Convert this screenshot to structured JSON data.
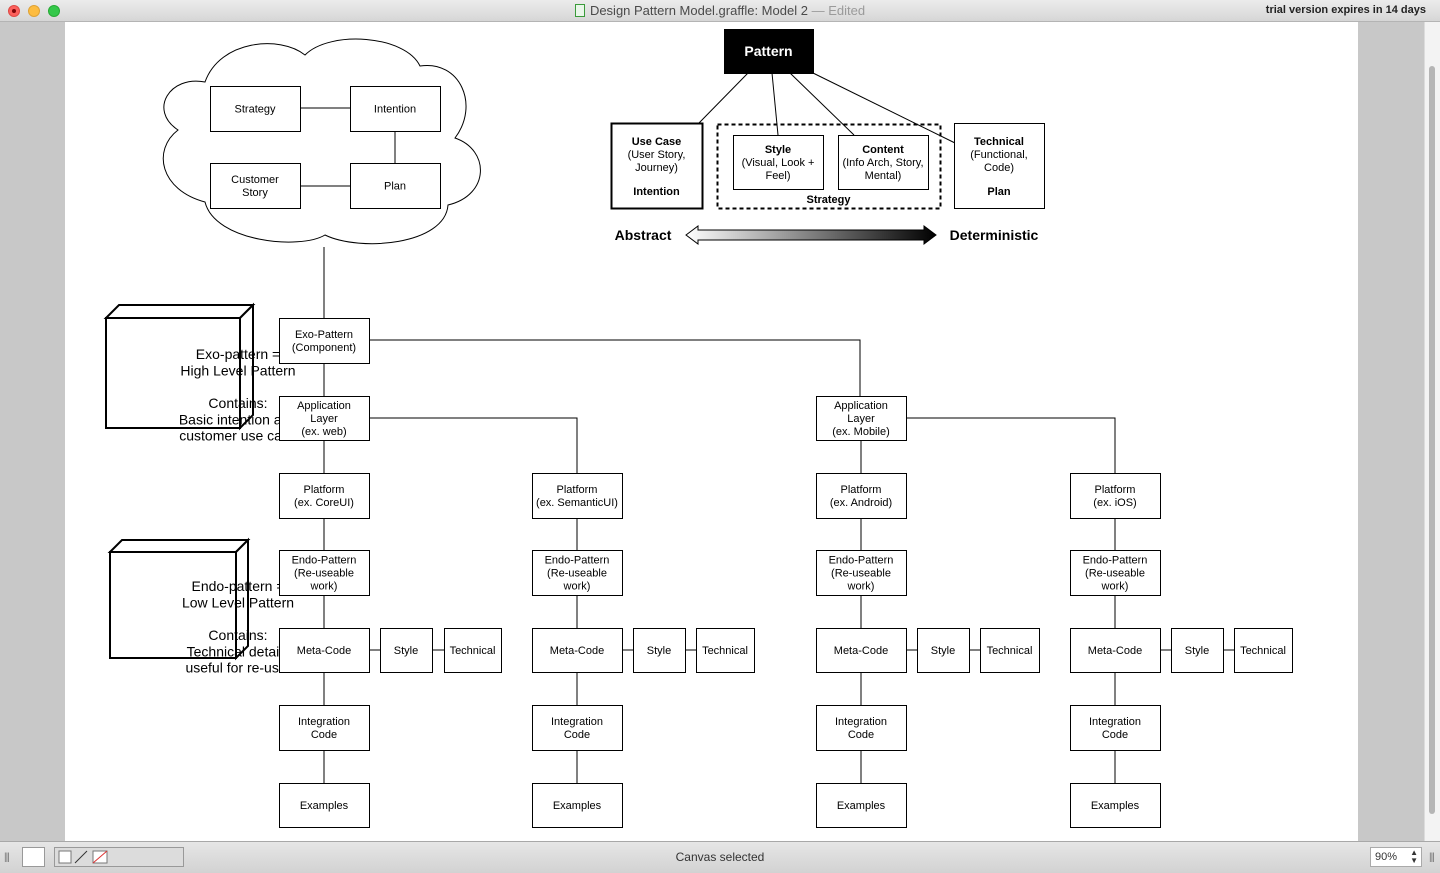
{
  "window": {
    "title": "Design Pattern Model.graffle: Model 2",
    "title_separator": "—",
    "edited": "Edited",
    "trial_notice": "trial version expires in 14 days"
  },
  "status": {
    "text": "Canvas selected",
    "zoom": "90%"
  },
  "diagram": {
    "cloud": {
      "strategy": "Strategy",
      "intention": "Intention",
      "customer_story": [
        "Customer",
        "Story"
      ],
      "plan": "Plan"
    },
    "pattern": {
      "title": "Pattern",
      "use_case": [
        "Use Case",
        "(User Story,",
        "Journey)",
        "Intention"
      ],
      "style": [
        "Style",
        "(Visual, Look +",
        "Feel)"
      ],
      "content": [
        "Content",
        "(Info Arch, Story,",
        "Mental)"
      ],
      "technical": [
        "Technical",
        "(Functional,",
        "Code)",
        "Plan"
      ],
      "strategy_group": "Strategy",
      "abstract": "Abstract",
      "deterministic": "Deterministic"
    },
    "notes": {
      "exo": [
        "Exo-pattern =",
        "High Level Pattern",
        "",
        "Contains:",
        "Basic intention and",
        "customer use case"
      ],
      "endo": [
        "Endo-pattern =",
        "Low Level Pattern",
        "",
        "Contains:",
        "Technical details",
        "useful for re-use."
      ]
    },
    "exo_pattern": [
      "Exo-Pattern",
      "(Component)"
    ],
    "app_layers": [
      [
        "Application",
        "Layer",
        "(ex. web)"
      ],
      [
        "Application",
        "Layer",
        "(ex. Mobile)"
      ]
    ],
    "columns": [
      {
        "platform": [
          "Platform",
          "(ex. CoreUI)"
        ]
      },
      {
        "platform": [
          "Platform",
          "(ex. SemanticUI)"
        ]
      },
      {
        "platform": [
          "Platform",
          "(ex. Android)"
        ]
      },
      {
        "platform": [
          "Platform",
          "(ex. iOS)"
        ]
      }
    ],
    "endo_pattern": [
      "Endo-Pattern",
      "(Re-useable",
      "work)"
    ],
    "meta_code": "Meta-Code",
    "style": "Style",
    "technical": "Technical",
    "integration_code": [
      "Integration",
      "Code"
    ],
    "examples": "Examples"
  }
}
